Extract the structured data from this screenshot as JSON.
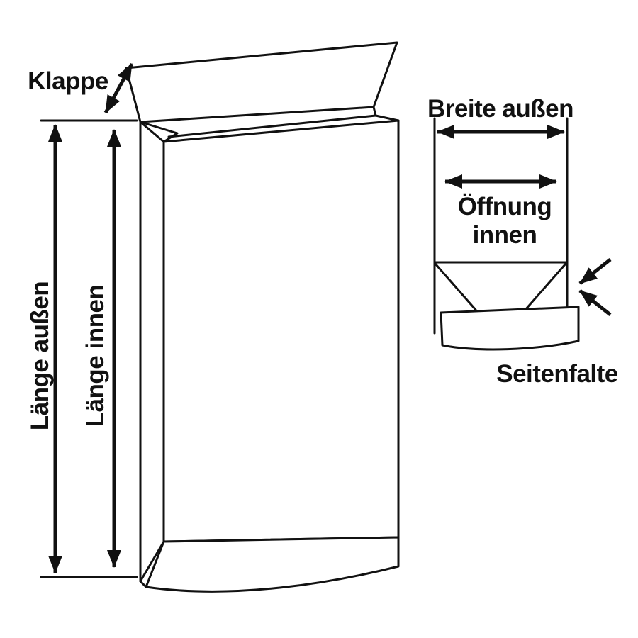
{
  "diagram": {
    "type": "envelope-dimension-diagram",
    "envelope_labels": {
      "klappe": "Klappe",
      "laenge_aussen": "Länge außen",
      "laenge_innen": "Länge innen"
    },
    "gusset_labels": {
      "breite_aussen": "Breite außen",
      "oeffnung_line1": "Öffnung",
      "oeffnung_line2": "innen",
      "seitenfalte": "Seitenfalte"
    },
    "colors": {
      "line": "#111111",
      "background": "#ffffff"
    }
  }
}
